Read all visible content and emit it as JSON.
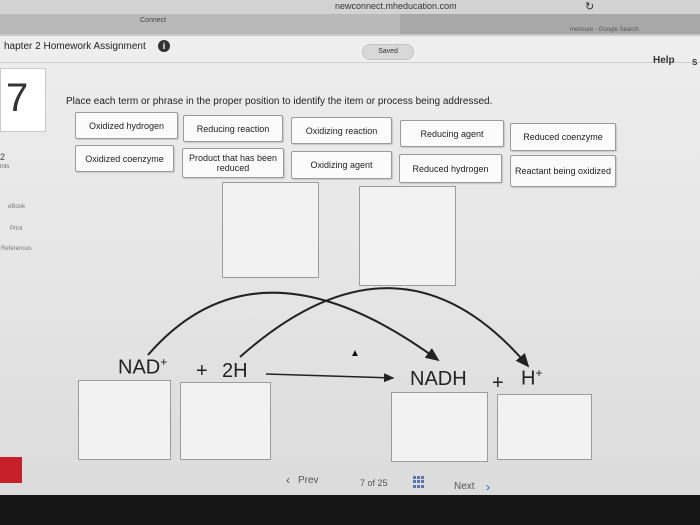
{
  "browser": {
    "url": "newconnect.mheducation.com",
    "reload_icon": "reload-icon",
    "tabs": [
      {
        "label": "Connect"
      },
      {
        "label": "mericure - Google Search"
      }
    ]
  },
  "header": {
    "title": "hapter 2 Homework Assignment",
    "info_icon": "i",
    "saved": "Saved",
    "help": "Help",
    "help_extra": "S"
  },
  "question": {
    "number": "7",
    "points_value": "2",
    "points_label": "ints",
    "links": {
      "ebook": "eBook",
      "print": "Print",
      "references": "References"
    },
    "instruction": "Place each term or phrase in the proper position to identify the item or process being addressed."
  },
  "tiles": [
    {
      "label": "Oxidized hydrogen"
    },
    {
      "label": "Reducing reaction"
    },
    {
      "label": "Oxidizing reaction"
    },
    {
      "label": "Reducing agent"
    },
    {
      "label": "Reduced coenzyme"
    },
    {
      "label": "Oxidized coenzyme"
    },
    {
      "label": "Product that has been reduced"
    },
    {
      "label": "Oxidizing agent"
    },
    {
      "label": "Reduced hydrogen"
    },
    {
      "label": "Reactant being oxidized"
    }
  ],
  "equation": {
    "nad": "NAD",
    "nad_sup": "+",
    "plus1": "+",
    "twoh": "2H",
    "nadh": "NADH",
    "plus2": "+",
    "h": "H",
    "h_sup": "+"
  },
  "footer": {
    "prev": "Prev",
    "position": "7 of 25",
    "next": "Next"
  },
  "colors": {
    "brand": "#c8202a",
    "nav_accent": "#3b5db0"
  }
}
